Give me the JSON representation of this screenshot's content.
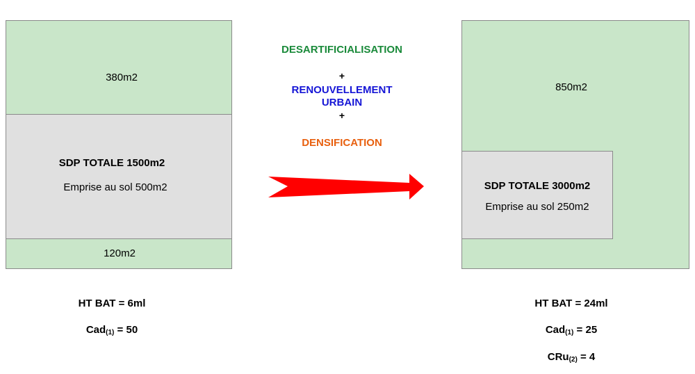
{
  "left": {
    "top_area": "380m2",
    "sdp_total": "SDP TOTALE 1500m2",
    "emprise": "Emprise au sol 500m2",
    "bottom_area": "120m2",
    "ht_bat": "HT BAT = 6ml",
    "cad_label": "Cad",
    "cad_sub": "(1)",
    "cad_value": " = 50"
  },
  "center": {
    "line1": "DESARTIFICIALISATION",
    "plus1": "+",
    "line2a": "RENOUVELLEMENT",
    "line2b": "URBAIN",
    "plus2": "+",
    "line3": "DENSIFICATION"
  },
  "right": {
    "area": "850m2",
    "sdp_total": "SDP TOTALE 3000m2",
    "emprise": "Emprise au sol 250m2",
    "ht_bat": "HT BAT = 24ml",
    "cad_label": "Cad",
    "cad_sub": "(1)",
    "cad_value": " = 25",
    "cru_label": "CRu",
    "cru_sub": "(2)",
    "cru_value": " = 4"
  },
  "colors": {
    "green_fill": "#c9e6c9",
    "grey_fill": "#e0e0e0",
    "desartificialisation": "#1a8a3a",
    "renouvellement": "#1515d6",
    "densification": "#e8600f",
    "arrow": "#ff0000"
  }
}
